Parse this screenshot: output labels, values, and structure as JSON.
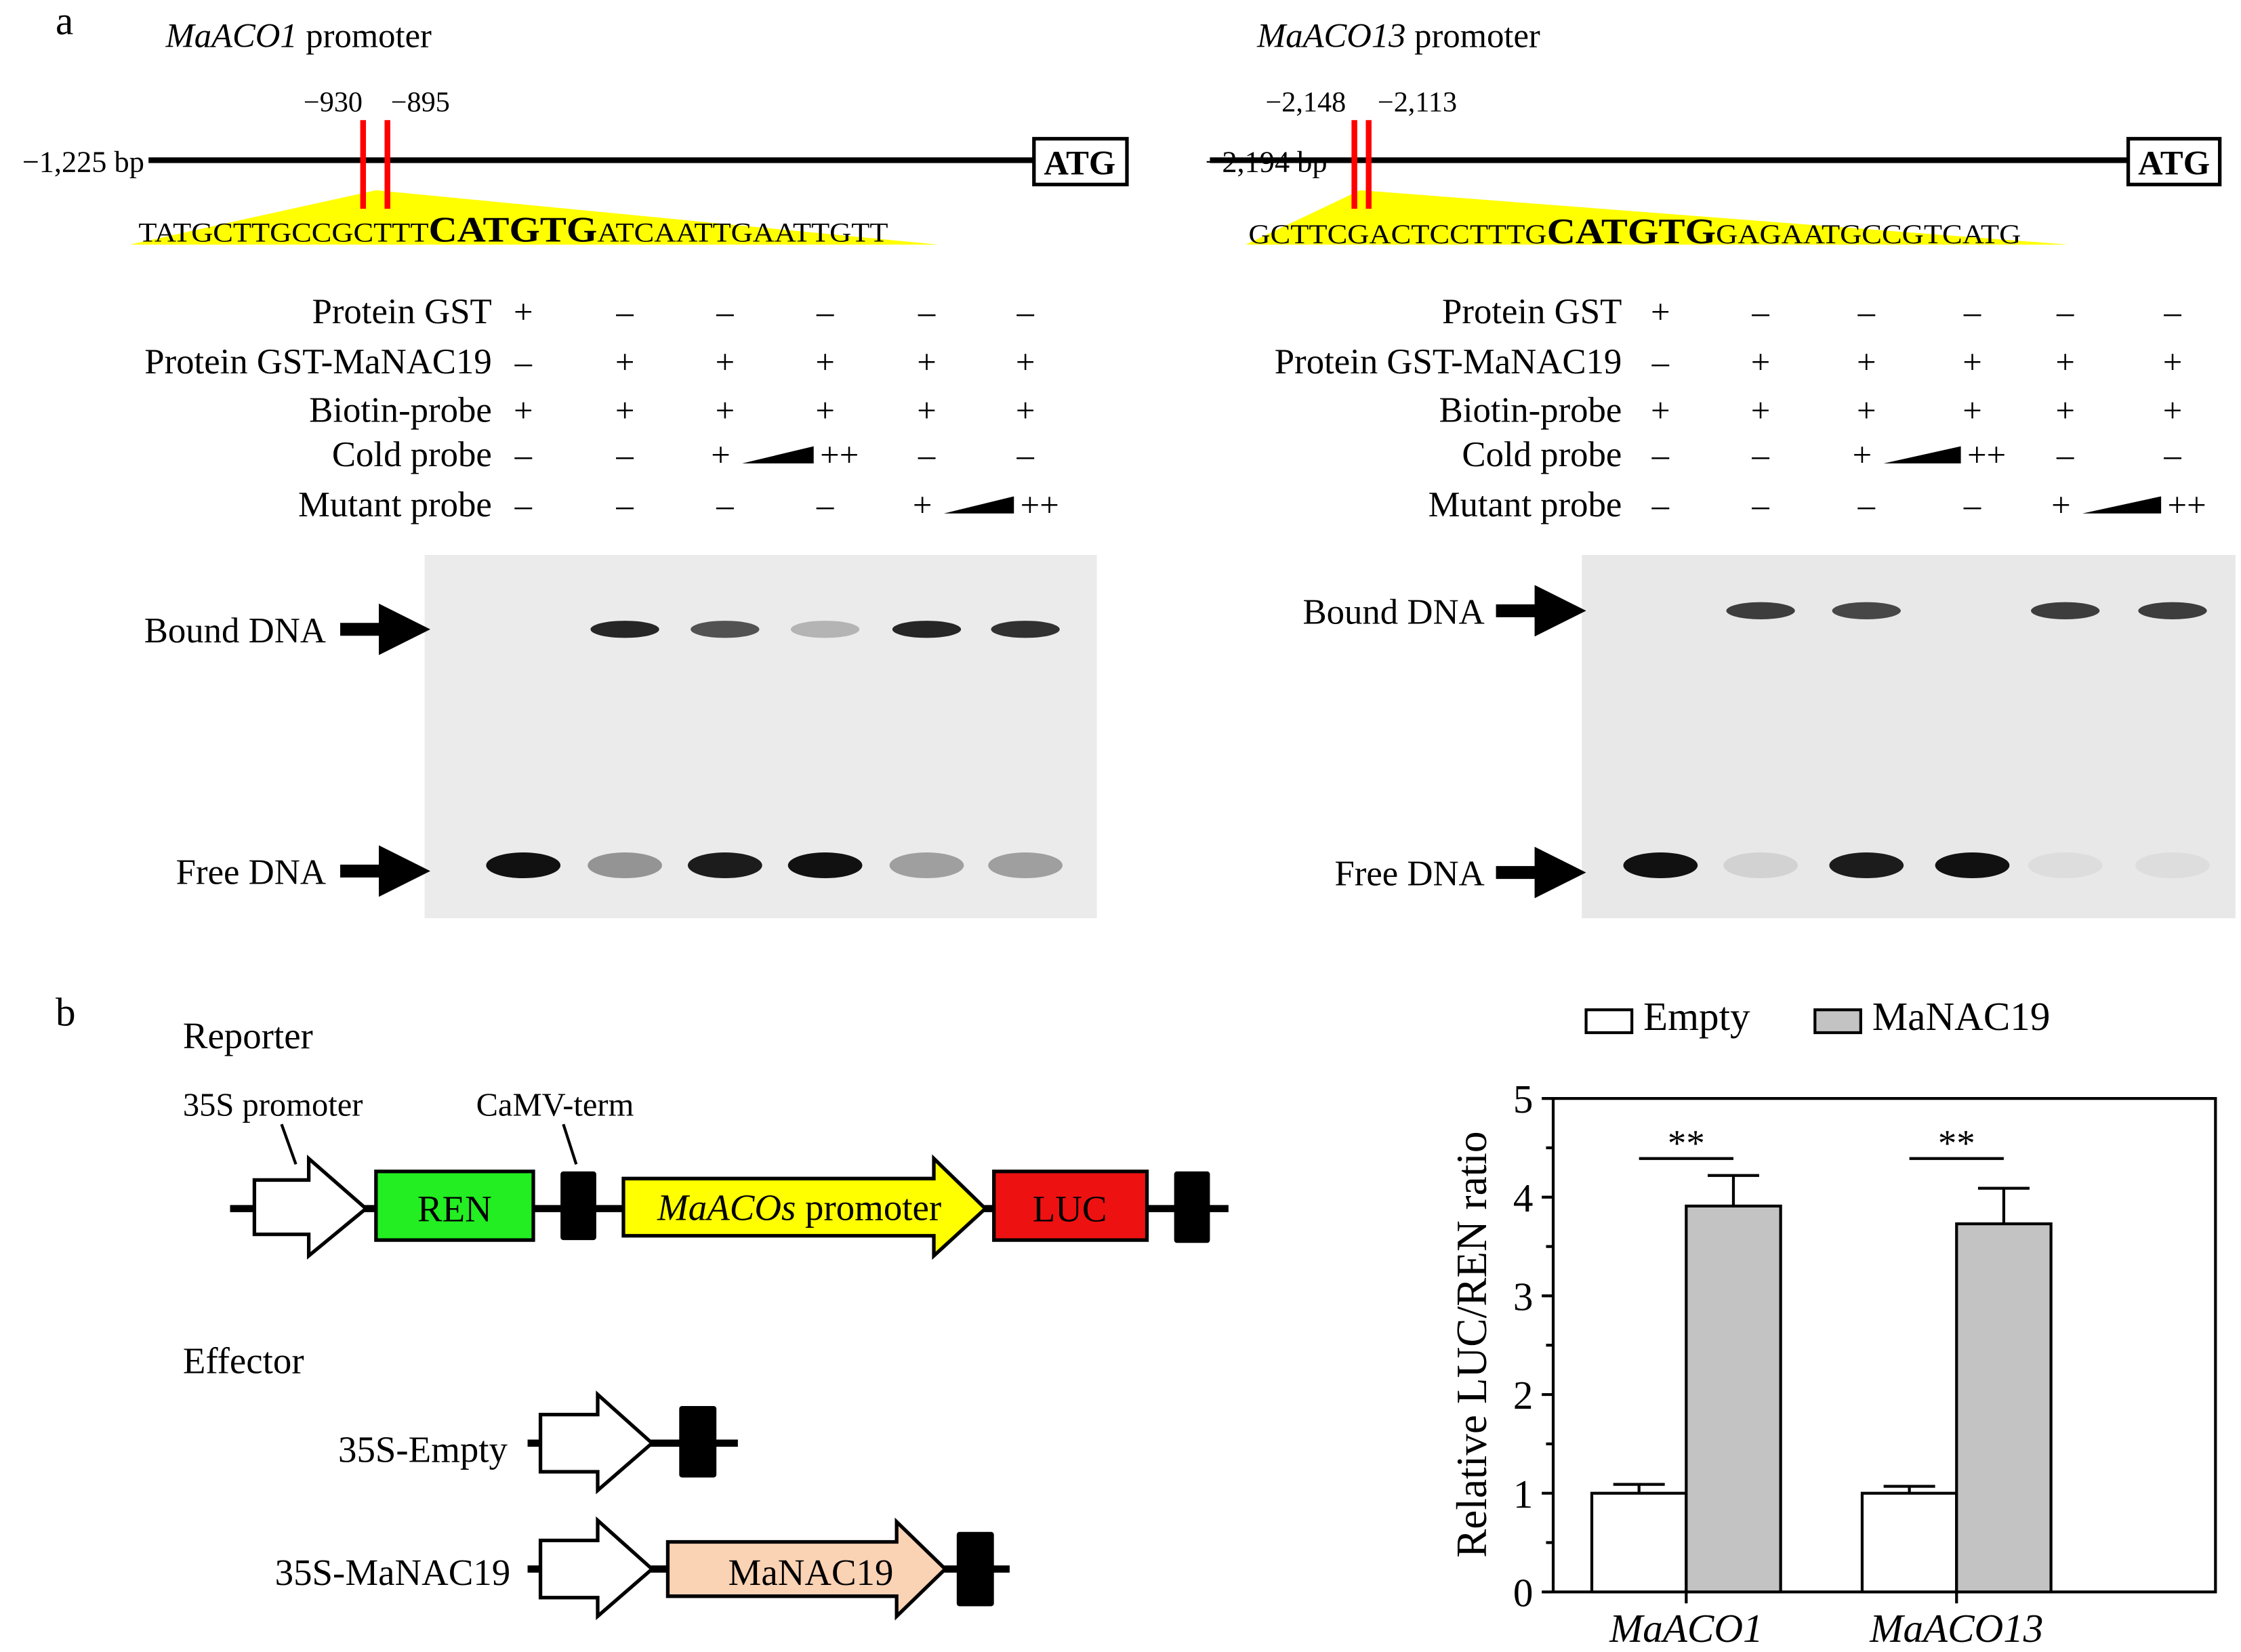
{
  "panel_a": {
    "label": "a",
    "left": {
      "title_gene": "MaACO1",
      "title_rest": " promoter",
      "length_label": "−1,225 bp",
      "site1": "−930",
      "site2": "−895",
      "atg": "ATG",
      "seq_pre": "TATGCTTGCCGCTTT",
      "seq_motif": "CATGTG",
      "seq_post": "ATCAATTGAATTGTT"
    },
    "right": {
      "title_gene": "MaACO13",
      "title_rest": " promoter",
      "length_label": "−2,194 bp",
      "site1": "−2,148",
      "site2": "−2,113",
      "atg": "ATG",
      "seq_pre": "GCTTCGACTCCTTTG",
      "seq_motif": "CATGTG",
      "seq_post": "GAGAATGCCGTCATG"
    },
    "rows": [
      {
        "label": "Protein GST",
        "vals": [
          "+",
          "–",
          "–",
          "–",
          "–",
          "–"
        ]
      },
      {
        "label": "Protein GST-MaNAC19",
        "vals": [
          "–",
          "+",
          "+",
          "+",
          "+",
          "+"
        ]
      },
      {
        "label": "Biotin-probe",
        "vals": [
          "+",
          "+",
          "+",
          "+",
          "+",
          "+"
        ]
      },
      {
        "label": "Cold probe",
        "vals": [
          "–",
          "–",
          "+",
          "++",
          "–",
          "–"
        ]
      },
      {
        "label": "Mutant probe",
        "vals": [
          "–",
          "–",
          "–",
          "–",
          "+",
          "++"
        ]
      }
    ],
    "bound_label": "Bound DNA",
    "free_label": "Free DNA"
  },
  "panel_b": {
    "label": "b",
    "reporter": "Reporter",
    "promoter_35s": "35S promoter",
    "camv": "CaMV-term",
    "ren": "REN",
    "promoter_gene": "MaACOs",
    "promoter_rest": " promoter",
    "luc": "LUC",
    "effector": "Effector",
    "empty_construct": "35S-Empty",
    "manac_construct": "35S-MaNAC19",
    "manac_box": "MaNAC19",
    "colors": {
      "ren": "#22ee22",
      "promoter": "#ffff00",
      "luc": "#ee1111",
      "manac": "#fad2b4"
    }
  },
  "chart_data": {
    "type": "bar",
    "categories": [
      "MaACO1",
      "MaACO13"
    ],
    "series": [
      {
        "name": "Empty",
        "values": [
          1.0,
          1.0
        ],
        "errors": [
          0.09,
          0.07
        ],
        "color": "#ffffff"
      },
      {
        "name": "MaNAC19",
        "values": [
          3.91,
          3.73
        ],
        "errors": [
          0.31,
          0.36
        ],
        "color": "#c3c3c3"
      }
    ],
    "ylabel": "Relative LUC/REN ratio",
    "ylim": [
      0,
      5
    ],
    "yticks": [
      "0",
      "1",
      "2",
      "3",
      "4",
      "5"
    ],
    "significance": [
      "**",
      "**"
    ],
    "legend": "top"
  }
}
